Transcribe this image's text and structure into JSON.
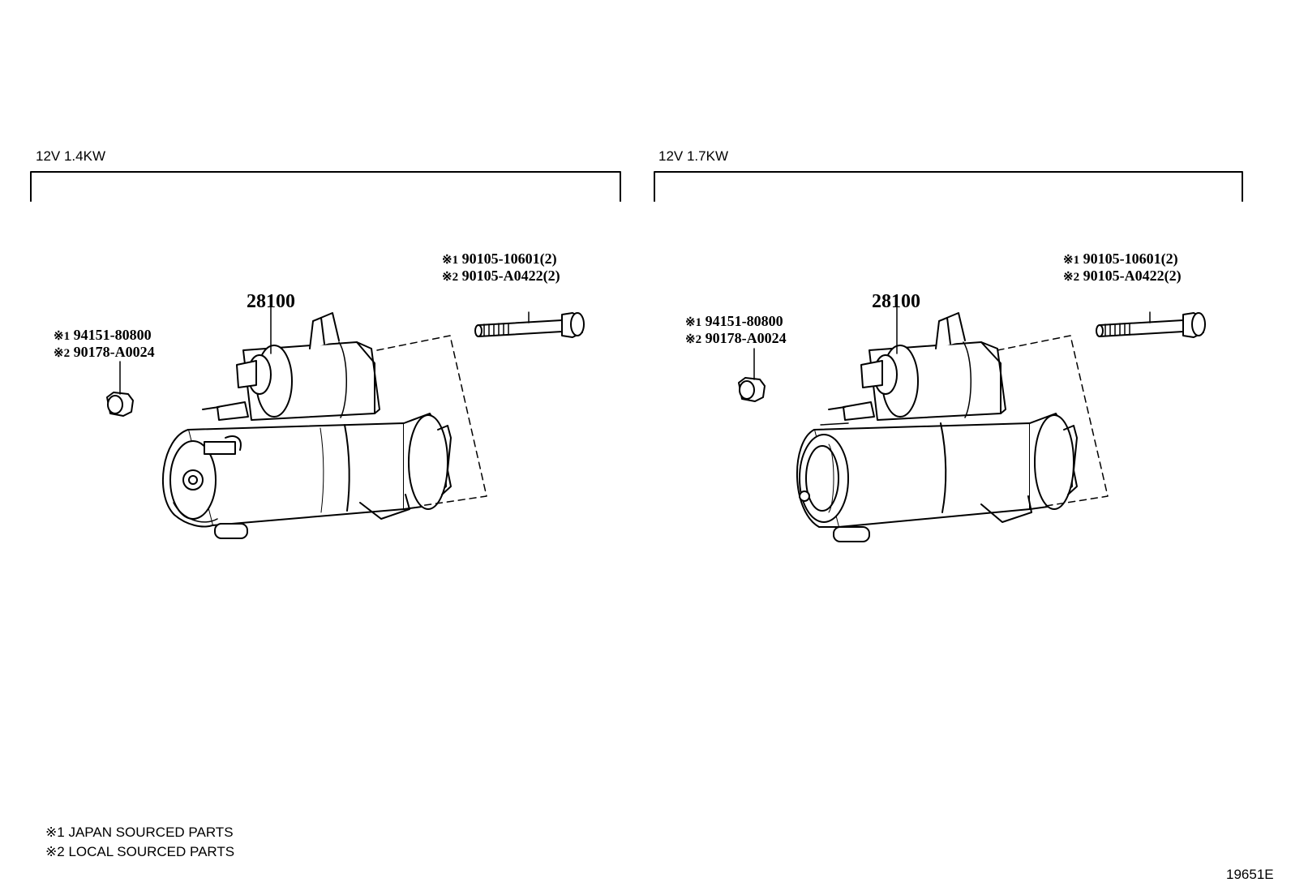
{
  "sections": [
    {
      "title": "12V 1.4KW",
      "main_part": "28100",
      "bolt": {
        "line1_mark": "※1",
        "line1": "90105-10601(2)",
        "line2_mark": "※2",
        "line2": "90105-A0422(2)"
      },
      "nut": {
        "line1_mark": "※1",
        "line1": "94151-80800",
        "line2_mark": "※2",
        "line2": "90178-A0024"
      }
    },
    {
      "title": "12V 1.7KW",
      "main_part": "28100",
      "bolt": {
        "line1_mark": "※1",
        "line1": "90105-10601(2)",
        "line2_mark": "※2",
        "line2": "90105-A0422(2)"
      },
      "nut": {
        "line1_mark": "※1",
        "line1": "94151-80800",
        "line2_mark": "※2",
        "line2": "90178-A0024"
      }
    }
  ],
  "legend": [
    {
      "mark": "※1",
      "text": "JAPAN SOURCED PARTS"
    },
    {
      "mark": "※2",
      "text": "LOCAL SOURCED PARTS"
    }
  ],
  "figure_id": "19651E"
}
